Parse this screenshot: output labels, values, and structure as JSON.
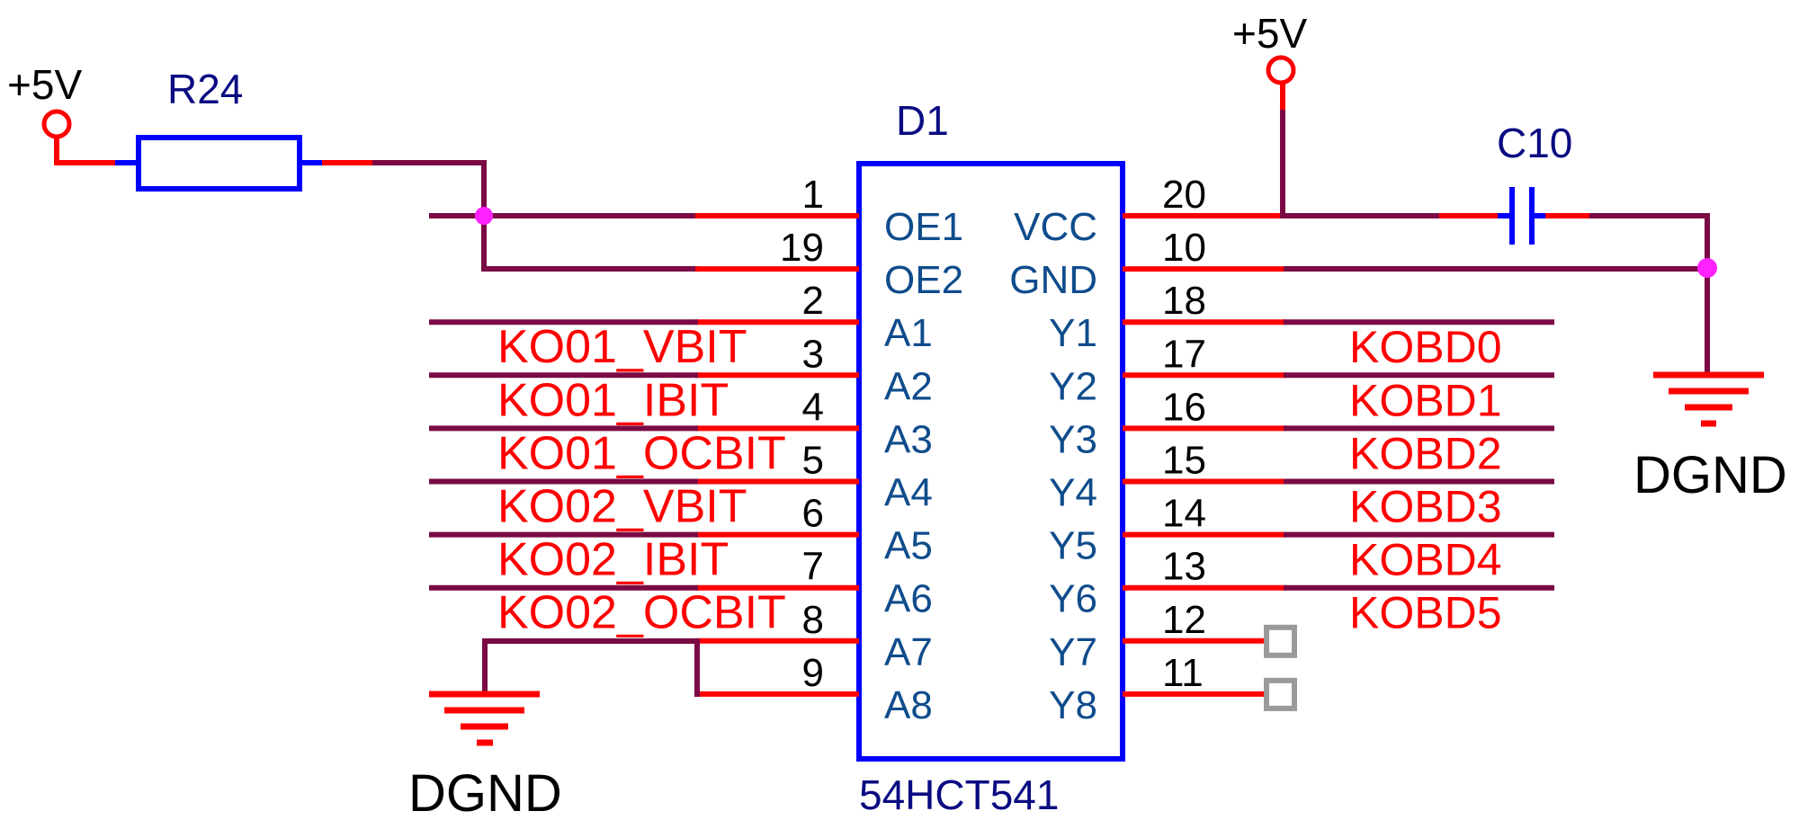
{
  "schematic": {
    "colors": {
      "wire": "#7a0a44",
      "pin": "#ff0000",
      "component": "#0000ff",
      "net_label": "#ff0000",
      "designator": "#0a0a82",
      "pin_name": "#0f4c8c",
      "junction": "#ff22ff",
      "no_connect": "#9a9a9a"
    },
    "power_left": {
      "label": "+5V"
    },
    "power_right": {
      "label": "+5V"
    },
    "resistor": {
      "designator": "R24"
    },
    "capacitor": {
      "designator": "C10"
    },
    "ic": {
      "designator": "D1",
      "part": "54HCT541",
      "left_pins": [
        {
          "num": "1",
          "name": "OE1",
          "net": ""
        },
        {
          "num": "19",
          "name": "OE2",
          "net": ""
        },
        {
          "num": "2",
          "name": "A1",
          "net": "KO01_VBIT"
        },
        {
          "num": "3",
          "name": "A2",
          "net": "KO01_IBIT"
        },
        {
          "num": "4",
          "name": "A3",
          "net": "KO01_OCBIT"
        },
        {
          "num": "5",
          "name": "A4",
          "net": "KO02_VBIT"
        },
        {
          "num": "6",
          "name": "A5",
          "net": "KO02_IBIT"
        },
        {
          "num": "7",
          "name": "A6",
          "net": "KO02_OCBIT"
        },
        {
          "num": "8",
          "name": "A7",
          "net": ""
        },
        {
          "num": "9",
          "name": "A8",
          "net": ""
        }
      ],
      "right_pins": [
        {
          "num": "20",
          "name": "VCC",
          "net": ""
        },
        {
          "num": "10",
          "name": "GND",
          "net": ""
        },
        {
          "num": "18",
          "name": "Y1",
          "net": "KOBD0"
        },
        {
          "num": "17",
          "name": "Y2",
          "net": "KOBD1"
        },
        {
          "num": "16",
          "name": "Y3",
          "net": "KOBD2"
        },
        {
          "num": "15",
          "name": "Y4",
          "net": "KOBD3"
        },
        {
          "num": "14",
          "name": "Y5",
          "net": "KOBD4"
        },
        {
          "num": "13",
          "name": "Y6",
          "net": "KOBD5"
        },
        {
          "num": "12",
          "name": "Y7",
          "net": ""
        },
        {
          "num": "11",
          "name": "Y8",
          "net": ""
        }
      ]
    },
    "ground_left": {
      "label": "DGND"
    },
    "ground_right": {
      "label": "DGND"
    }
  }
}
